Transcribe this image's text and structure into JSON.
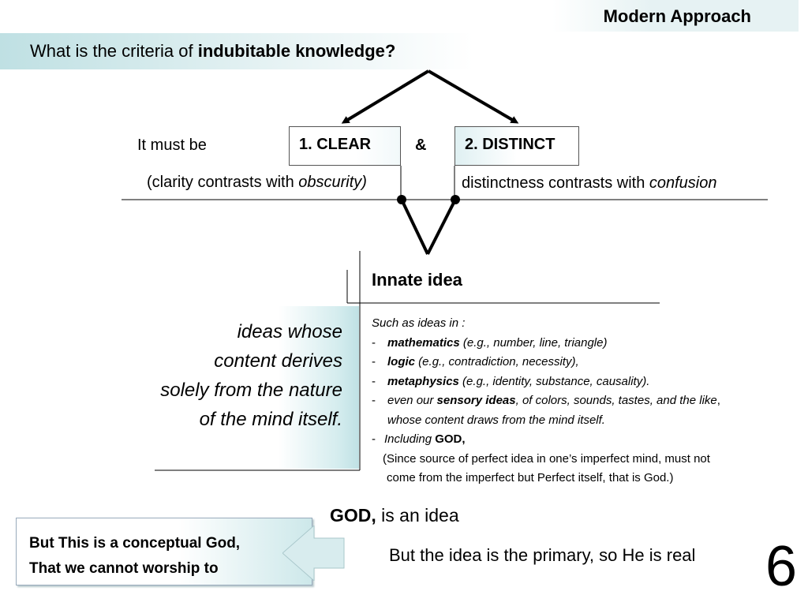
{
  "header": {
    "title": "Modern Approach"
  },
  "question": {
    "prefix": "What is the criteria of ",
    "emphasis": "indubitable knowledge?"
  },
  "criteria": {
    "lead": "It must be",
    "first": "1. CLEAR",
    "connector": "&",
    "second": "2. DISTINCT",
    "first_note_prefix": "(clarity contrasts with ",
    "first_note_emphasis": "obscurity)",
    "second_note_prefix": "distinctness contrasts with ",
    "second_note_emphasis": "confusion"
  },
  "innate": {
    "title": "Innate idea",
    "definition_lines": [
      "ideas whose",
      "content derives",
      "solely from the nature",
      "of the mind itself."
    ],
    "intro": "Such as  ideas in :",
    "items": [
      {
        "dash": "-",
        "term": "mathematics",
        "detail": " (e.g., number, line, triangle)"
      },
      {
        "dash": "-",
        "term": "logic",
        "detail": " (e.g., contradiction, necessity),"
      },
      {
        "dash": "-",
        "term": "metaphysics",
        "detail": " (e.g., identity, substance, causality)."
      }
    ],
    "sensory": {
      "dash": "-",
      "pre": "even our ",
      "term": "sensory ideas",
      "post": ", of colors, sounds, tastes, and the like",
      "comma": ",",
      "line2": "whose content draws from the mind itself."
    },
    "god_item": {
      "dash": "-",
      "pre": "Including ",
      "term": "GOD,"
    },
    "god_reason_lines": [
      "(Since source of perfect idea in one’s imperfect mind, must not",
      "come from the imperfect but Perfect itself, that is God.)"
    ]
  },
  "god_idea": {
    "term": "GOD,",
    "rest": " is an idea"
  },
  "callout": {
    "lines": [
      "But This is a conceptual God,",
      "That we cannot worship to"
    ]
  },
  "conclusion": "But the idea is the primary, so He is real",
  "page_number": "6",
  "colors": {
    "accent_band": "#bfe0e3",
    "callout_arrow": "#d8ecee",
    "line": "#000000"
  }
}
